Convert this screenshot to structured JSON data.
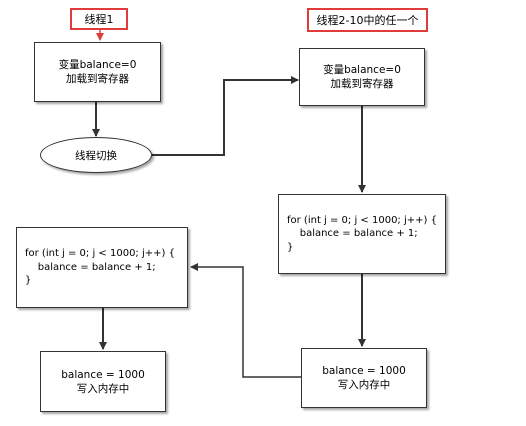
{
  "labels": {
    "thread1": "线程1",
    "thread_other": "线程2-10中的任一个"
  },
  "nodes": {
    "t1_load": {
      "line1": "变量balance=0",
      "line2": "加载到寄存器"
    },
    "switch": {
      "text": "线程切换"
    },
    "t2_load": {
      "line1": "变量balance=0",
      "line2": "加载到寄存器"
    },
    "t2_loop": {
      "line1": "for (int j = 0; j < 1000; j++) {",
      "line2": "    balance = balance + 1;",
      "line3": "}"
    },
    "t2_write": {
      "line1": "balance = 1000",
      "line2": "写入内存中"
    },
    "t1_loop": {
      "line1": "for (int j = 0; j < 1000; j++) {",
      "line2": "    balance = balance + 1;",
      "line3": "}"
    },
    "t1_write": {
      "line1": "balance = 1000",
      "line2": "写入内存中"
    }
  },
  "colors": {
    "label_border": "#e03c3c",
    "start_arrow": "#e03c3c",
    "edge": "#333333"
  }
}
